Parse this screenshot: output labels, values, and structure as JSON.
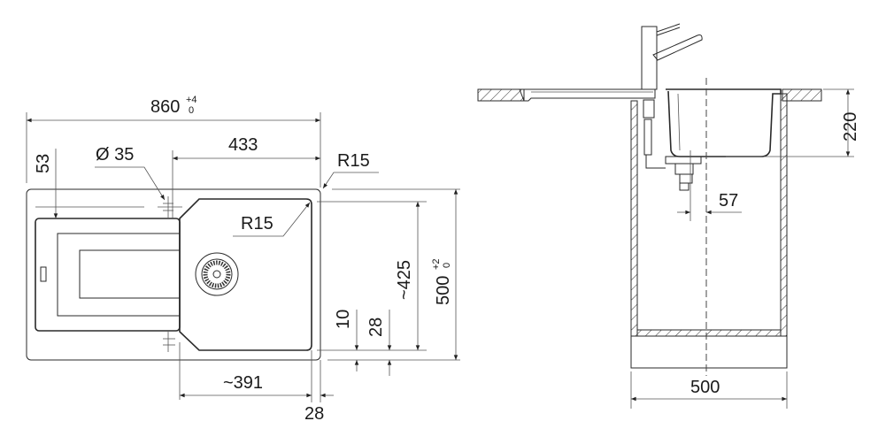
{
  "top_view": {
    "width": {
      "value": "860",
      "tol_upper": "+4",
      "tol_lower": "0"
    },
    "bowl_width": "433",
    "drainer_offset": "53",
    "tap_hole": "Ø 35",
    "outer_radius": "R15",
    "bowl_radius": "R15",
    "bowl_depth": "~425",
    "depth": {
      "value": "500",
      "tol_upper": "+2",
      "tol_lower": "0"
    },
    "bowl_bottom_gap": "10",
    "edge_gap": "28",
    "bowl_length": "~391",
    "right_margin": "28"
  },
  "side_view": {
    "bowl_height": "220",
    "drain_offset": "57",
    "cabinet_width": "500"
  }
}
